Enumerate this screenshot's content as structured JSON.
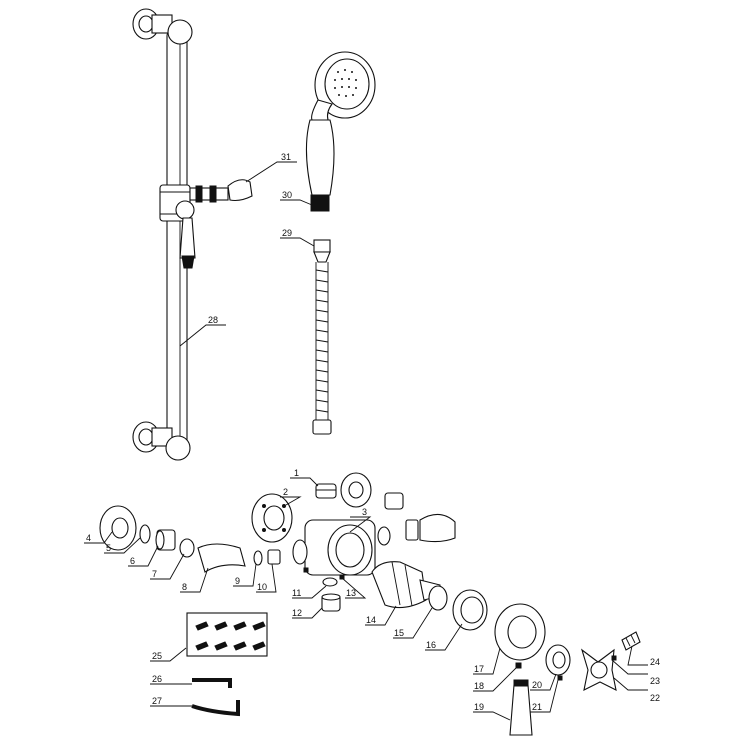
{
  "diagram": {
    "callouts": [
      {
        "id": "1",
        "text": "1"
      },
      {
        "id": "2",
        "text": "2"
      },
      {
        "id": "3",
        "text": "3"
      },
      {
        "id": "4",
        "text": "4"
      },
      {
        "id": "5",
        "text": "5"
      },
      {
        "id": "6",
        "text": "6"
      },
      {
        "id": "7",
        "text": "7"
      },
      {
        "id": "8",
        "text": "8"
      },
      {
        "id": "9",
        "text": "9"
      },
      {
        "id": "10",
        "text": "10"
      },
      {
        "id": "11",
        "text": "11"
      },
      {
        "id": "12",
        "text": "12"
      },
      {
        "id": "13",
        "text": "13"
      },
      {
        "id": "14",
        "text": "14"
      },
      {
        "id": "15",
        "text": "15"
      },
      {
        "id": "16",
        "text": "16"
      },
      {
        "id": "17",
        "text": "17"
      },
      {
        "id": "18",
        "text": "18"
      },
      {
        "id": "19",
        "text": "19"
      },
      {
        "id": "20",
        "text": "20"
      },
      {
        "id": "21",
        "text": "21"
      },
      {
        "id": "22",
        "text": "22"
      },
      {
        "id": "23",
        "text": "23"
      },
      {
        "id": "24",
        "text": "24"
      },
      {
        "id": "25",
        "text": "25"
      },
      {
        "id": "26",
        "text": "26"
      },
      {
        "id": "27",
        "text": "27"
      },
      {
        "id": "28",
        "text": "28"
      },
      {
        "id": "29",
        "text": "29"
      },
      {
        "id": "30",
        "text": "30"
      },
      {
        "id": "31",
        "text": "31"
      }
    ]
  }
}
